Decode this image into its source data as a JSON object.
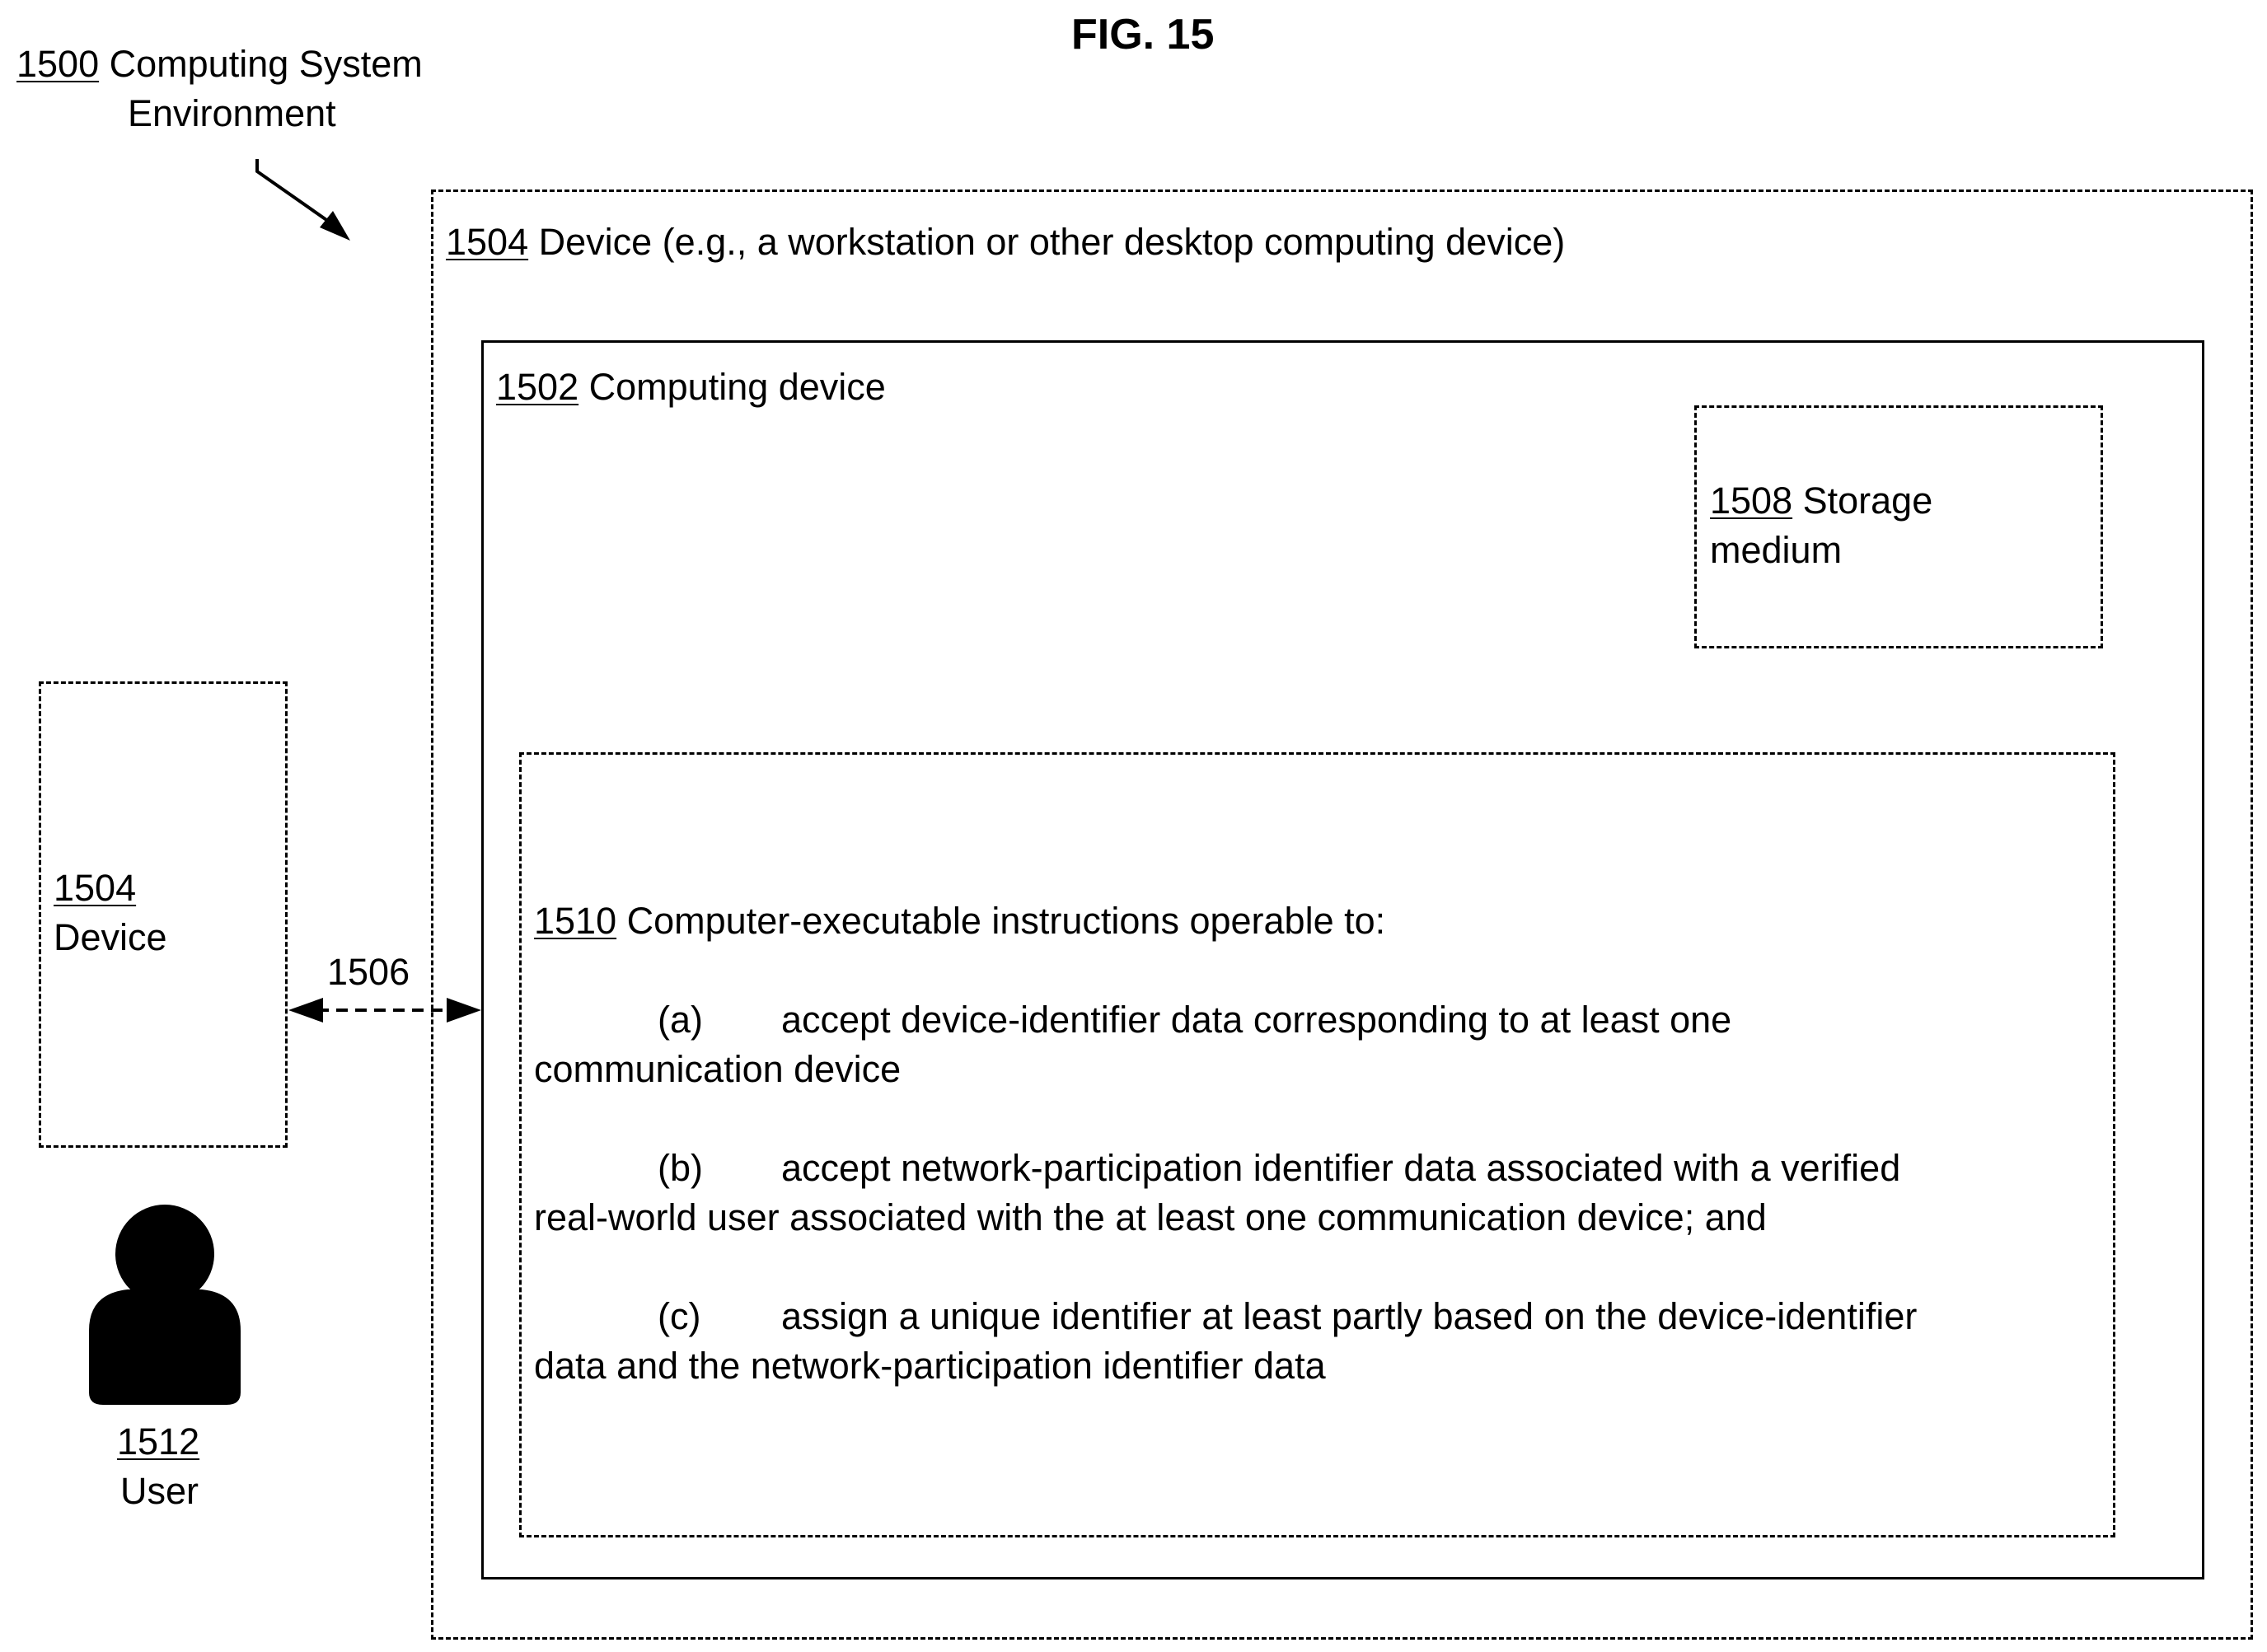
{
  "figure": {
    "title": "FIG. 15"
  },
  "environment": {
    "ref": "1500",
    "label_line1": "Computing System",
    "label_line2": "Environment"
  },
  "outer_device": {
    "ref": "1504",
    "label": "Device (e.g., a workstation or other desktop computing device)"
  },
  "computing_device": {
    "ref": "1502",
    "label": "Computing device"
  },
  "storage": {
    "ref": "1508",
    "label_line1": "Storage",
    "label_line2": "medium"
  },
  "instructions": {
    "ref": "1510",
    "intro": "Computer-executable instructions operable to:",
    "items": [
      {
        "marker": "(a)",
        "line1": "accept device-identifier data corresponding to at least one",
        "line2": "communication device"
      },
      {
        "marker": "(b)",
        "line1": "accept network-participation identifier data associated with a verified",
        "line2": "real-world user associated with the at least one communication device; and"
      },
      {
        "marker": "(c)",
        "line1": "assign a unique identifier at least partly based on the device-identifier",
        "line2": "data and the network-participation identifier data"
      }
    ]
  },
  "remote_device": {
    "ref": "1504",
    "label": "Device"
  },
  "link": {
    "ref": "1506"
  },
  "user": {
    "ref": "1512",
    "label": "User"
  }
}
